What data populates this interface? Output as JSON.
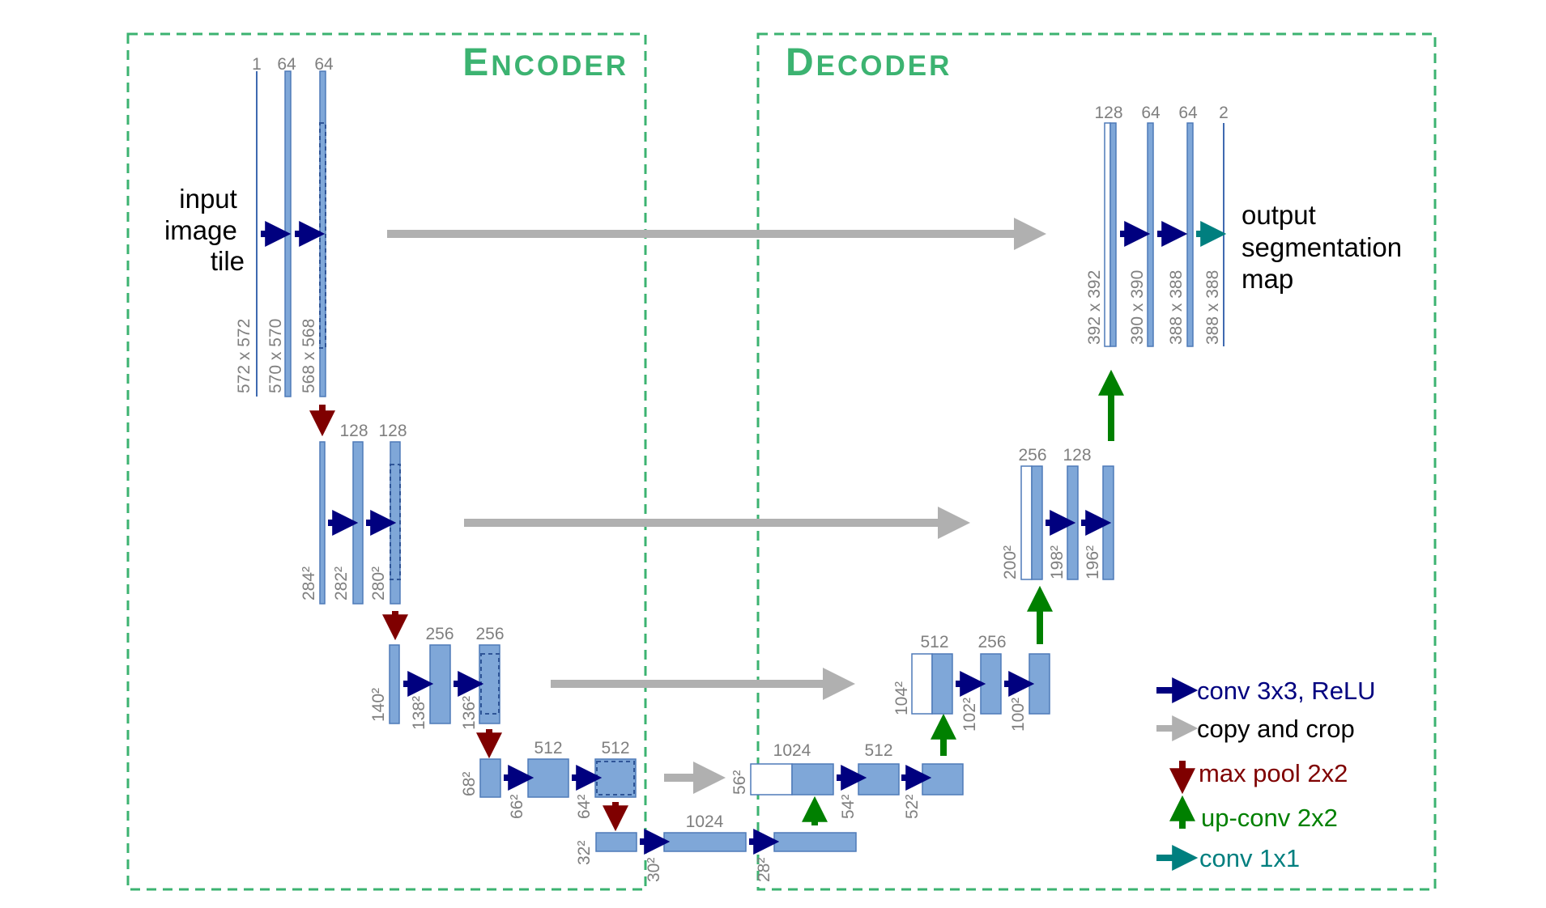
{
  "sections": {
    "encoder": {
      "big": "E",
      "small": "NCODER"
    },
    "decoder": {
      "big": "D",
      "small": "ECODER"
    }
  },
  "labels": {
    "input": [
      "input",
      "image",
      "tile"
    ],
    "output": [
      "output",
      "segmentation",
      "map"
    ]
  },
  "channels": {
    "l1_in": "1",
    "l1_c1": "64",
    "l1_c2": "64",
    "l2_c1": "128",
    "l2_c2": "128",
    "l3_c1": "256",
    "l3_c2": "256",
    "l4_c1": "512",
    "l4_c2": "512",
    "bottom": "1024",
    "d4_up": "1024",
    "d4_c": "512",
    "d3_up": "512",
    "d3_c": "256",
    "d2_up": "256",
    "d2_c": "128",
    "d1_up": "128",
    "d1_c1": "64",
    "d1_c2": "64",
    "d1_out": "2"
  },
  "sizes": {
    "l1_in": "572 x 572",
    "l1_c1": "570 x 570",
    "l1_c2": "568 x 568",
    "l2_in": "284²",
    "l2_c1": "282²",
    "l2_c2": "280²",
    "l3_in": "140²",
    "l3_c1": "138²",
    "l3_c2": "136²",
    "l4_in": "68²",
    "l4_c1": "66²",
    "l4_c2": "64²",
    "b_in": "32²",
    "b_c1": "30²",
    "b_c2": "28²",
    "d4_up": "56²",
    "d4_c1": "54²",
    "d4_c2": "52²",
    "d3_up": "104²",
    "d3_c1": "102²",
    "d3_c2": "100²",
    "d2_up": "200²",
    "d2_c1": "198²",
    "d2_c2": "196²",
    "d1_up": "392 x 392",
    "d1_c1": "390 x 390",
    "d1_c2": "388 x 388",
    "d1_out": "388 x 388"
  },
  "legend": {
    "conv": "conv 3x3, ReLU",
    "copy": "copy and crop",
    "pool": "max pool 2x2",
    "upconv": "up-conv 2x2",
    "conv1": "conv 1x1"
  },
  "colors": {
    "conv": "#00007f",
    "copy": "#b0b0b0",
    "pool": "#7f0000",
    "upconv": "#008000",
    "conv1": "#007f7f",
    "section": "#3cb371",
    "feature_map": "#7fa7d8"
  }
}
